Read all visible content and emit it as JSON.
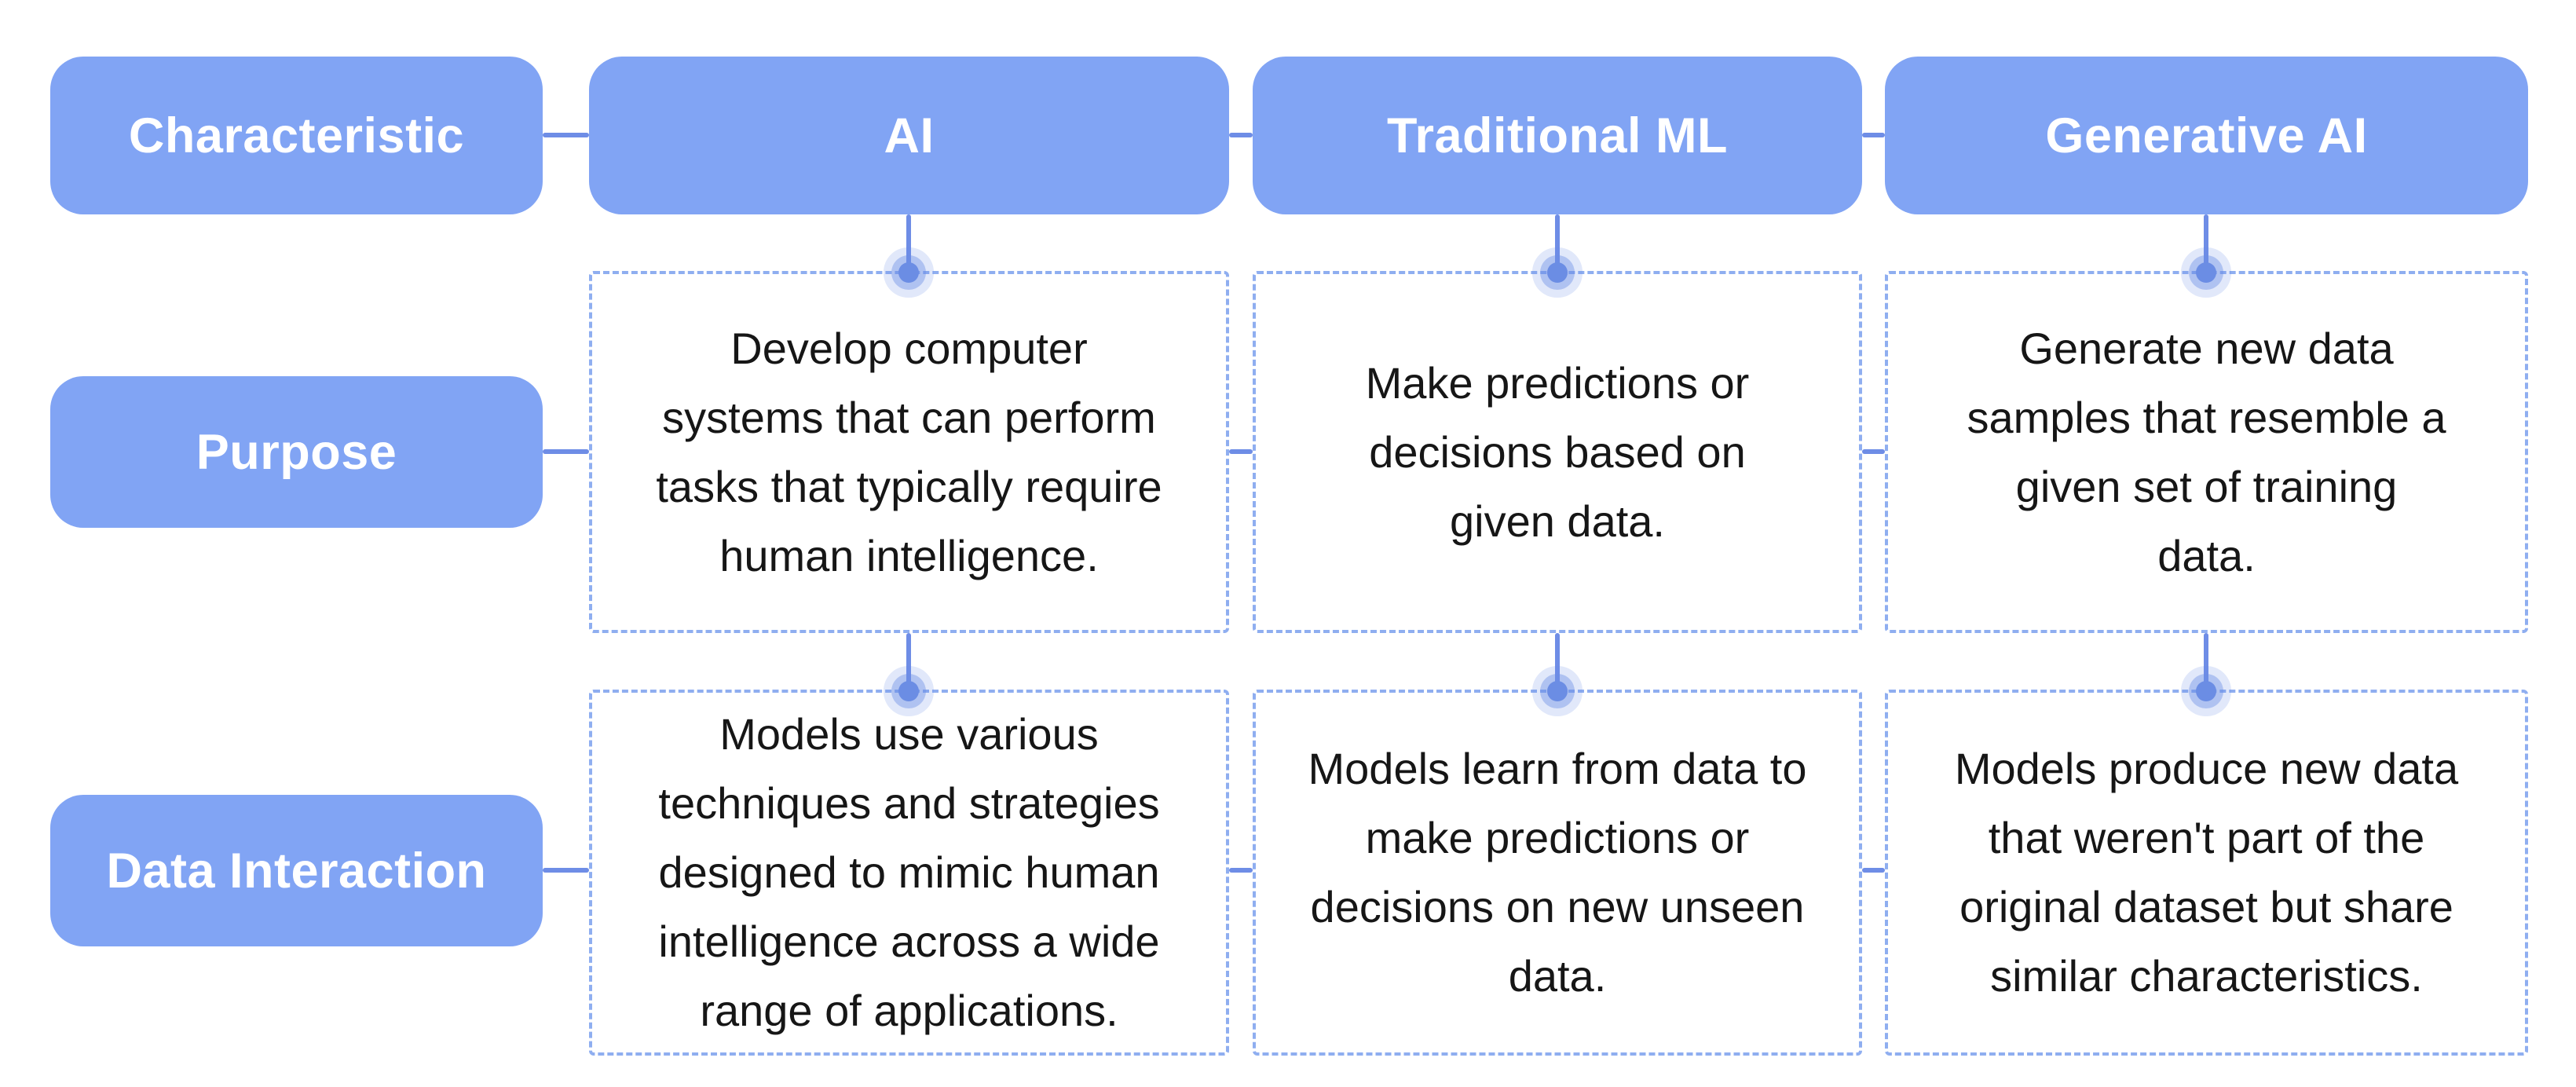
{
  "header_row": {
    "label_box": "Characteristic",
    "columns": [
      "AI",
      "Traditional ML",
      "Generative AI"
    ]
  },
  "rows": [
    {
      "label": "Purpose",
      "cells": [
        "Develop computer\nsystems that can perform\ntasks that typically require\nhuman intelligence.",
        "Make predictions or\ndecisions based on\ngiven data.",
        "Generate new data\nsamples that resemble a\ngiven set of training\ndata."
      ]
    },
    {
      "label": "Data Interaction",
      "cells": [
        "Models use various\ntechniques and strategies\ndesigned to mimic human\nintelligence across a wide\nrange of applications.",
        "Models learn from data to\nmake predictions or\ndecisions on new unseen\ndata.",
        "Models produce new data\nthat weren't part of the\noriginal dataset but share\nsimilar characteristics."
      ]
    }
  ],
  "colors": {
    "bg": "#ffffff",
    "box_fill": "#81a4f4",
    "label_text": "#ffffff",
    "body_text": "#161616",
    "connector": "#6e8de6",
    "dash_border": "#8faef0",
    "node_core": "#6b8de4"
  }
}
